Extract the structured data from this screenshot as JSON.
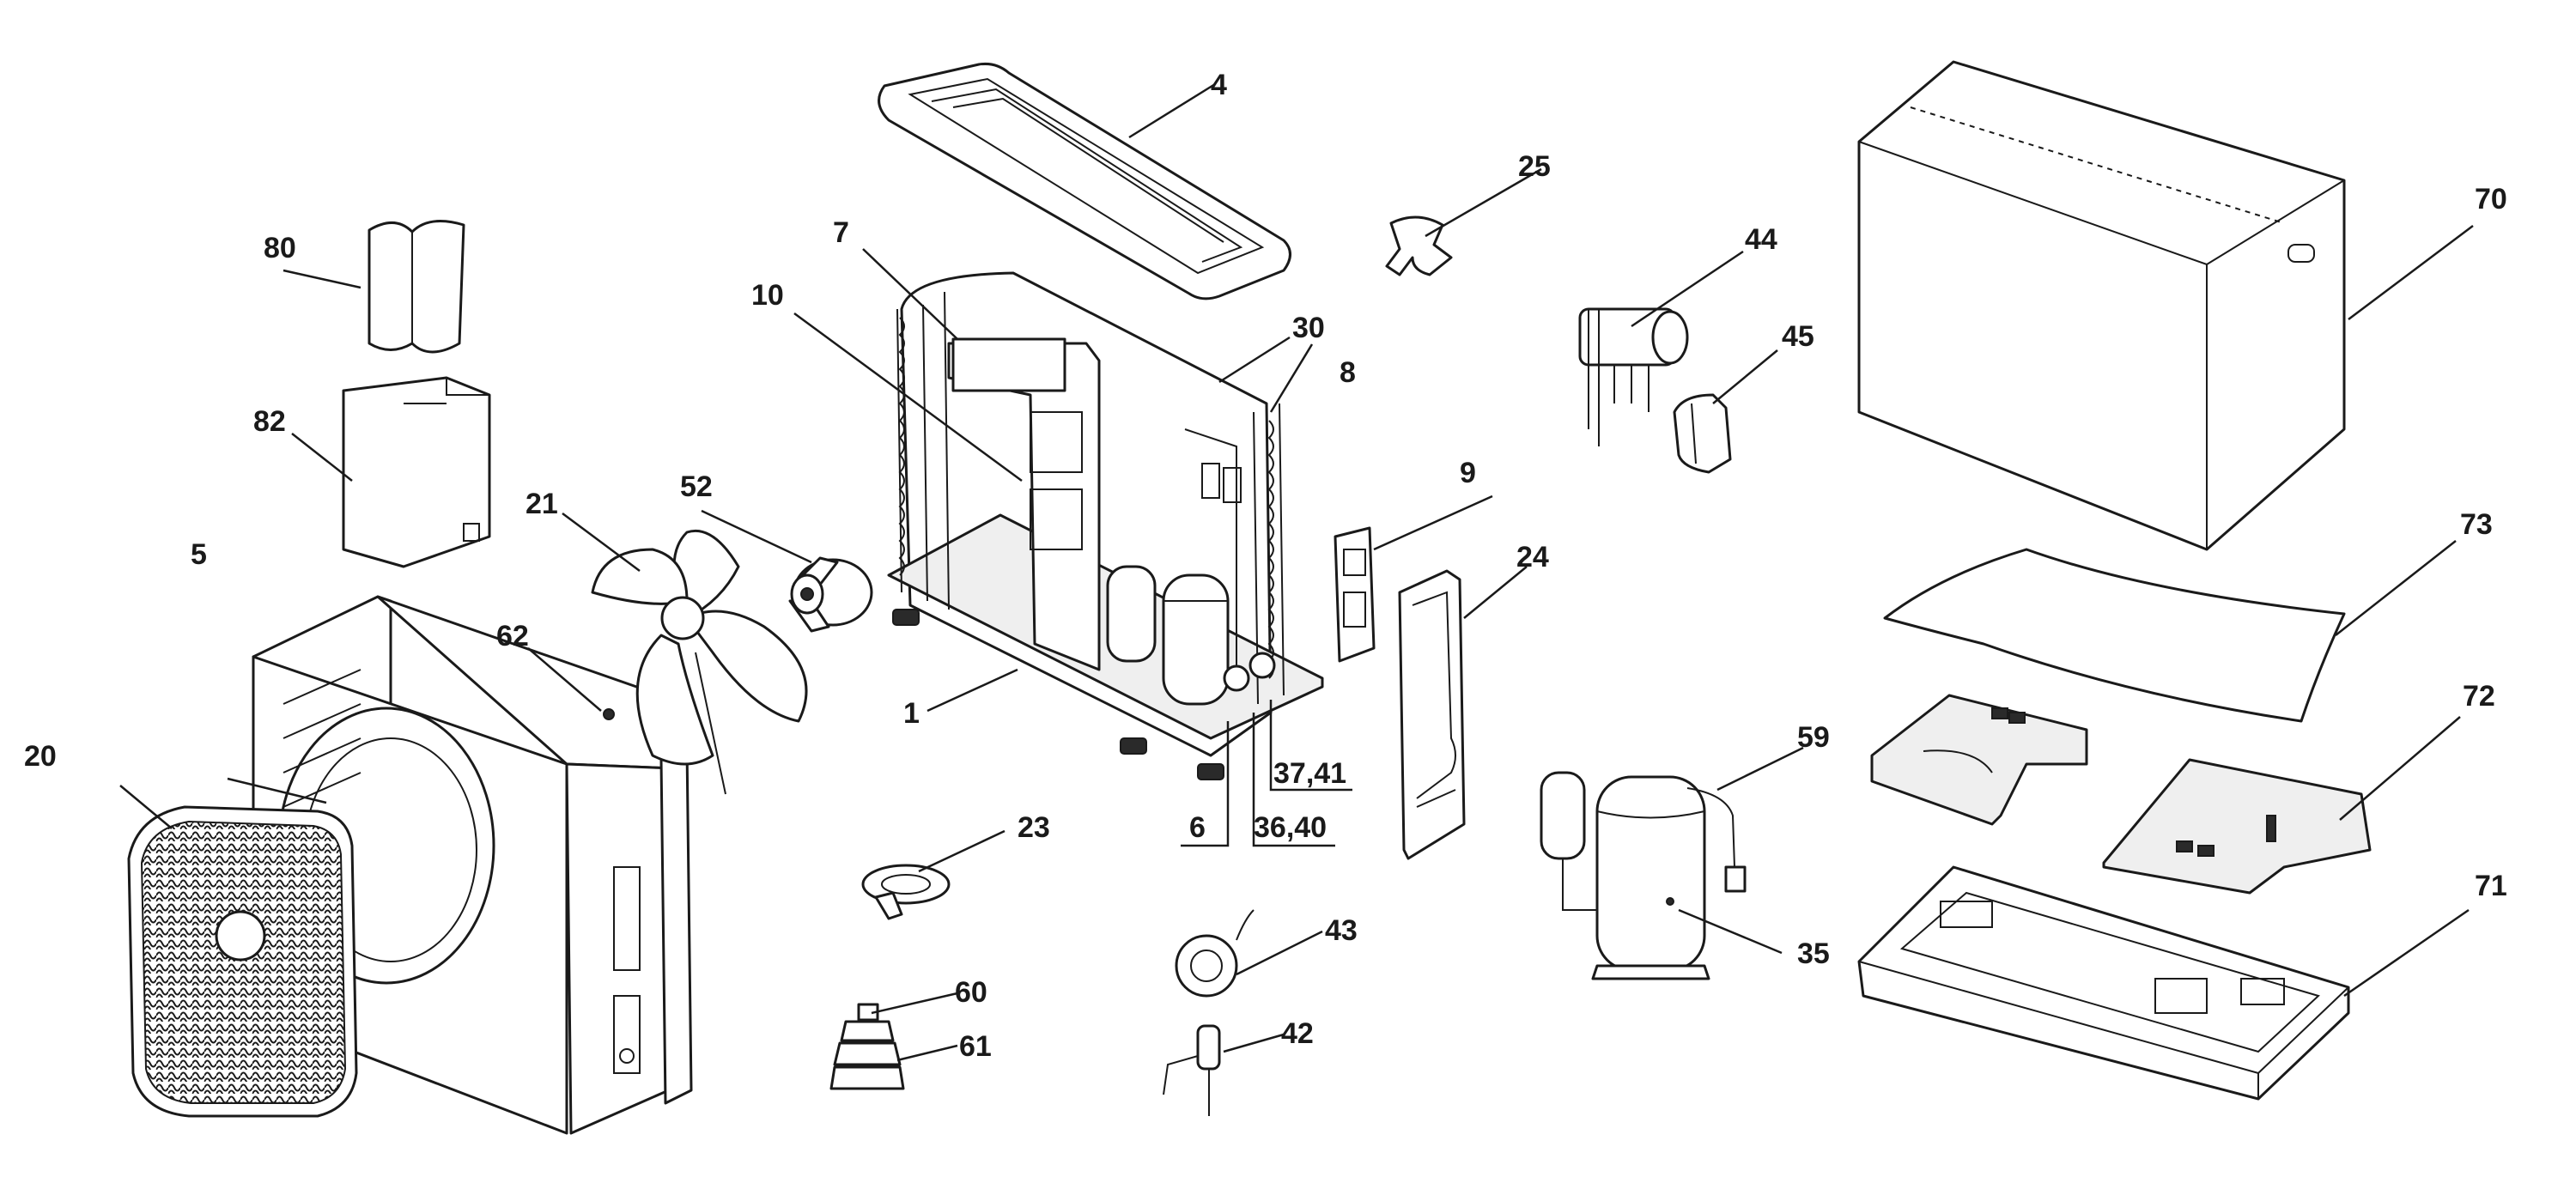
{
  "callouts": {
    "c1": "1",
    "c4": "4",
    "c5": "5",
    "c6": "6",
    "c7": "7",
    "c8": "8",
    "c9": "9",
    "c10": "10",
    "c20": "20",
    "c21": "21",
    "c23": "23",
    "c24": "24",
    "c25": "25",
    "c30": "30",
    "c35": "35",
    "c36_40": "36,40",
    "c37_41": "37,41",
    "c42": "42",
    "c43": "43",
    "c44": "44",
    "c45": "45",
    "c52": "52",
    "c59": "59",
    "c60": "60",
    "c61": "61",
    "c62": "62",
    "c70": "70",
    "c71": "71",
    "c72": "72",
    "c73": "73",
    "c80": "80",
    "c82": "82"
  }
}
